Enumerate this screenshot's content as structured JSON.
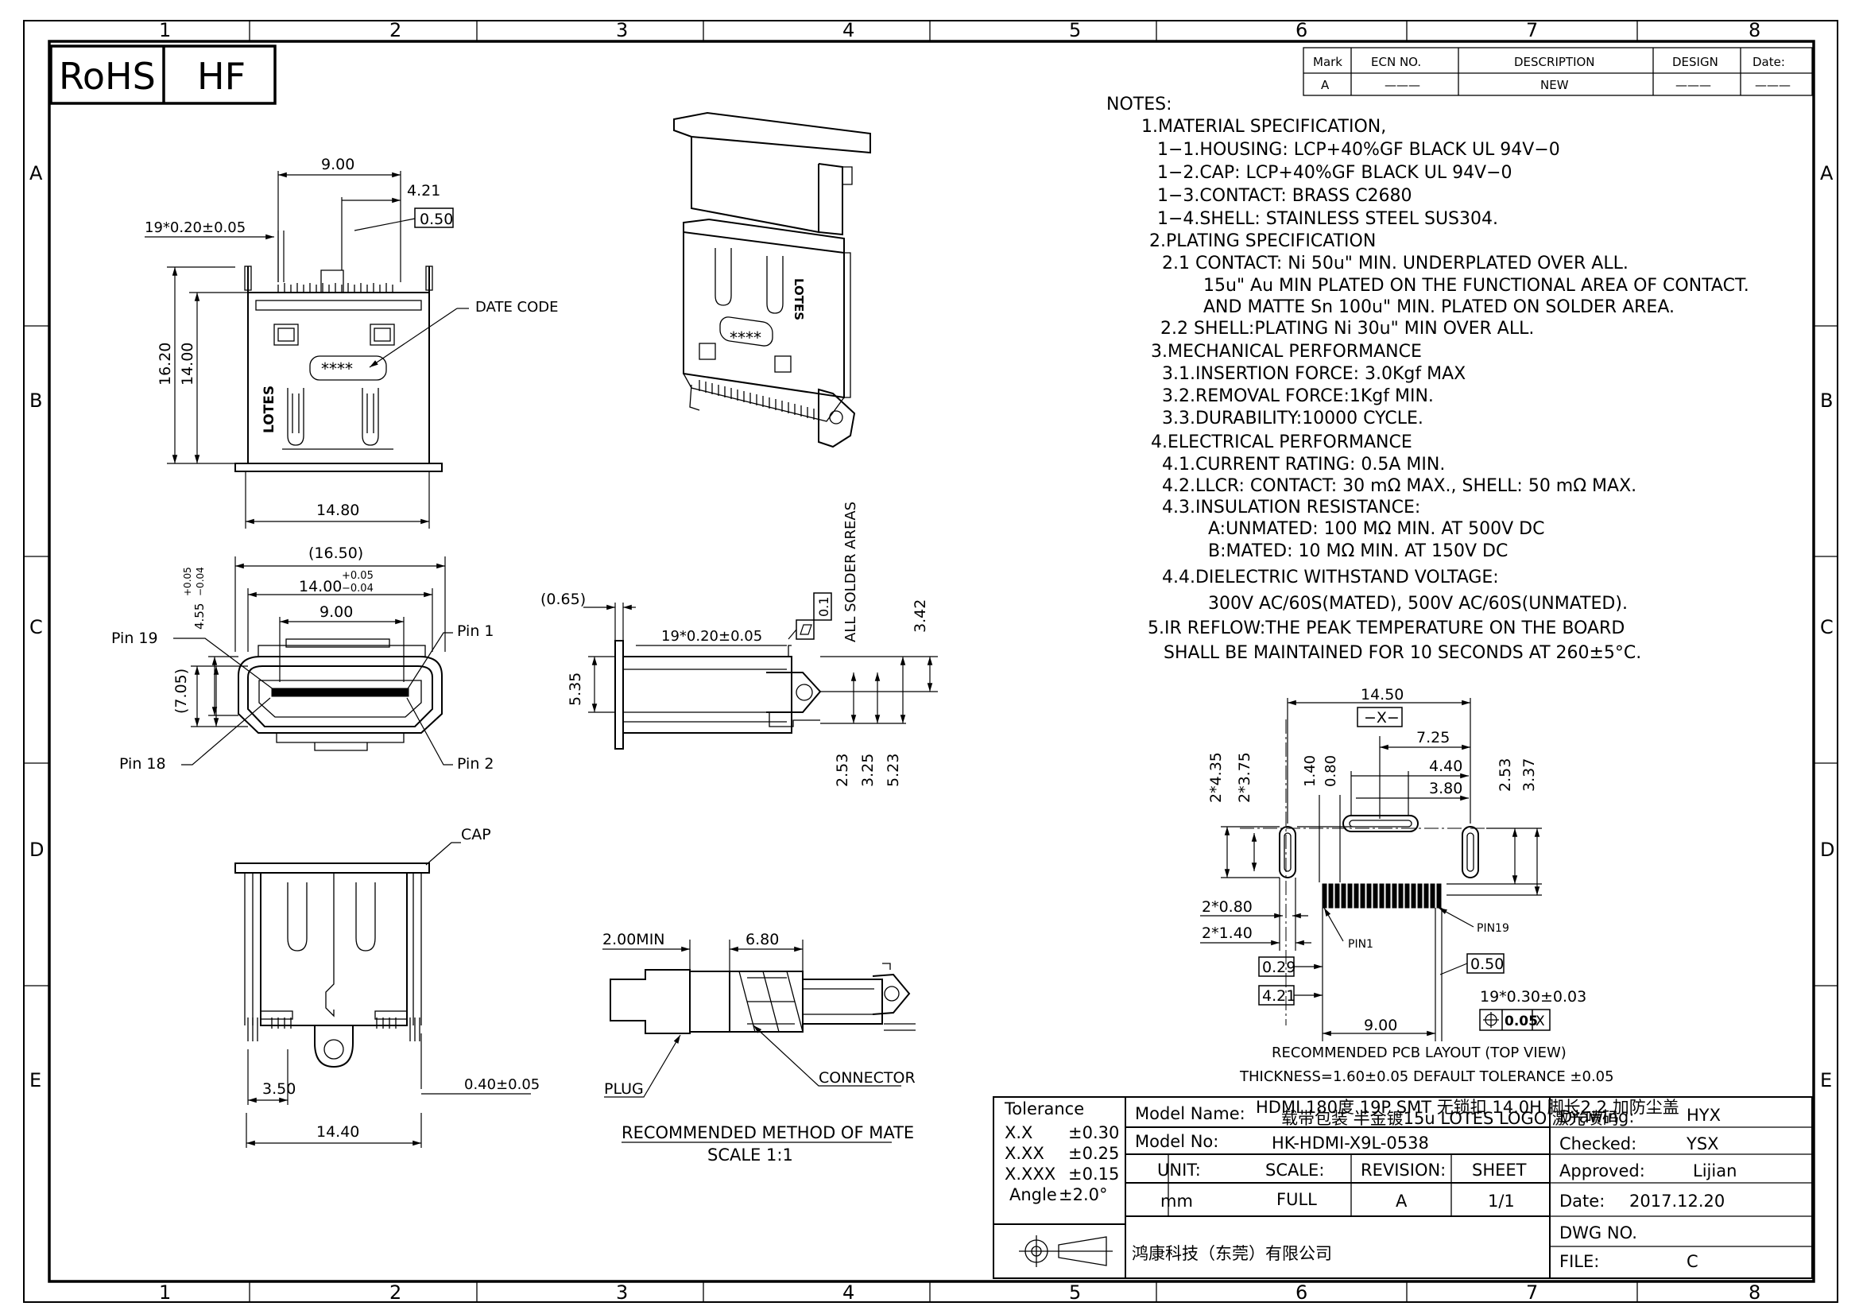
{
  "border": {
    "columns": [
      "1",
      "2",
      "3",
      "4",
      "5",
      "6",
      "7",
      "8"
    ],
    "rows": [
      "A",
      "B",
      "C",
      "D",
      "E"
    ]
  },
  "badges": {
    "rohs": "RoHS",
    "hf": "HF"
  },
  "revision": {
    "headers": [
      "Mark",
      "ECN NO.",
      "DESCRIPTION",
      "DESIGN",
      "Date:"
    ],
    "row": [
      "A",
      "———",
      "NEW",
      "———",
      "———"
    ]
  },
  "notes": [
    "NOTES:",
    "1.MATERIAL SPECIFICATION,",
    "1−1.HOUSING: LCP+40%GF BLACK UL 94V−0",
    "1−2.CAP: LCP+40%GF BLACK UL 94V−0",
    "1−3.CONTACT: BRASS C2680",
    "1−4.SHELL: STAINLESS STEEL SUS304.",
    "2.PLATING SPECIFICATION",
    "2.1 CONTACT: Ni 50u\" MIN. UNDERPLATED OVER ALL.",
    "15u\" Au MIN PLATED ON THE FUNCTIONAL AREA OF CONTACT.",
    "AND MATTE Sn 100u\" MIN. PLATED ON SOLDER AREA.",
    "2.2 SHELL:PLATING Ni 30u\" MIN OVER ALL.",
    "3.MECHANICAL PERFORMANCE",
    "3.1.INSERTION FORCE: 3.0Kgf MAX",
    "3.2.REMOVAL FORCE:1Kgf MIN.",
    "3.3.DURABILITY:10000 CYCLE.",
    "4.ELECTRICAL PERFORMANCE",
    "4.1.CURRENT RATING: 0.5A MIN.",
    "4.2.LLCR: CONTACT: 30 mΩ MAX., SHELL: 50 mΩ MAX.",
    "4.3.INSULATION RESISTANCE:",
    "A:UNMATED: 100 MΩ MIN. AT 500V DC",
    "B:MATED: 10 MΩ MIN. AT 150V DC",
    "4.4.DIELECTRIC WITHSTAND VOLTAGE:",
    "300V AC/60S(MATED), 500V AC/60S(UNMATED).",
    "5.IR REFLOW:THE PEAK TEMPERATURE ON THE BOARD",
    "SHALL BE MAINTAINED FOR 10 SECONDS AT 260±5°C."
  ],
  "front_view": {
    "dim_9": "9.00",
    "dim_421": "4.21",
    "dim_050": "0.50",
    "pitch": "19*0.20±0.05",
    "date_code": "DATE CODE",
    "dim_1620": "16.20",
    "dim_1400": "14.00",
    "dim_1480": "14.80",
    "stamp": "****",
    "brand": "LOTES"
  },
  "face_view": {
    "dim_1650": "(16.50)",
    "dim_1400": "14.00",
    "tol_1400_up": "+0.05",
    "tol_1400_dn": "−0.04",
    "dim_455": "4.55",
    "tol_455_up": "+0.05",
    "tol_455_dn": "−0.04",
    "dim_900": "9.00",
    "dim_705": "(7.05)",
    "pin19": "Pin 19",
    "pin1": "Pin 1",
    "pin18": "Pin 18",
    "pin2": "Pin 2"
  },
  "side_view": {
    "dim_065": "(0.65)",
    "pitch": "19*0.20±0.05",
    "flat": "0.1",
    "solder": "ALL SOLDER AREAS",
    "dim_342": "3.42",
    "dim_535": "5.35",
    "dim_253": "2.53",
    "dim_325": "3.25",
    "dim_523": "5.23"
  },
  "bottom_view": {
    "cap": "CAP",
    "dim_350": "3.50",
    "dim_040": "0.40±0.05",
    "dim_1440": "14.40"
  },
  "mate": {
    "dim_200": "2.00MIN",
    "dim_680": "6.80",
    "plug": "PLUG",
    "connector": "CONNECTOR",
    "caption": "RECOMMENDED METHOD OF MATE",
    "scale": "SCALE 1:1"
  },
  "pcb": {
    "dim_1450": "14.50",
    "datum": "−X−",
    "dim_725": "7.25",
    "dim_440": "4.40",
    "dim_380": "3.80",
    "dim_140": "1.40",
    "dim_080": "0.80",
    "dim_253": "2.53",
    "dim_337": "3.37",
    "dim_435": "2*4.35",
    "dim_375": "2*3.75",
    "dim_2x080": "2*0.80",
    "dim_2x140": "2*1.40",
    "pin1": "PIN1",
    "pin19": "PIN19",
    "dim_029": "0.29",
    "dim_050": "0.50",
    "dim_421": "4.21",
    "pitch": "19*0.30±0.03",
    "pos_tol": "0.05",
    "datum_ref": "X",
    "dim_900": "9.00",
    "caption": "RECOMMENDED PCB LAYOUT (TOP VIEW)",
    "thickness": "THICKNESS=1.60±0.05 DEFAULT TOLERANCE ±0.05"
  },
  "title_block": {
    "tolerance": "Tolerance",
    "tol_rows": [
      [
        "X.X",
        "±0.30"
      ],
      [
        "X.XX",
        "±0.25"
      ],
      [
        "X.XXX",
        "±0.15"
      ],
      [
        "Angle",
        "±2.0°"
      ]
    ],
    "model_name_label": "Model Name:",
    "model_name_1": "HDMI 180度 19P SMT 无锁扣 14.0H 脚长2.2 加防尘盖",
    "model_name_2": "载带包装 半金镀15u LOTES LOGO 激光喷码",
    "model_no_label": "Model No:",
    "model_no": "HK-HDMI-X9L-0538",
    "unit_label": "UNIT:",
    "scale_label": "SCALE:",
    "revision_label": "REVISION:",
    "sheet_label": "SHEET",
    "unit": "mm",
    "scale": "FULL",
    "revision": "A",
    "sheet": "1/1",
    "company": "鸿康科技（东莞）有限公司",
    "drawing_label": "Drawing:",
    "drawing": "HYX",
    "checked_label": "Checked:",
    "checked": "YSX",
    "approved_label": "Approved:",
    "approved": "Lijian",
    "date_label": "Date:",
    "date": "2017.12.20",
    "dwg_label": "DWG NO.",
    "dwg": "",
    "file_label": "FILE:",
    "file": "C"
  }
}
